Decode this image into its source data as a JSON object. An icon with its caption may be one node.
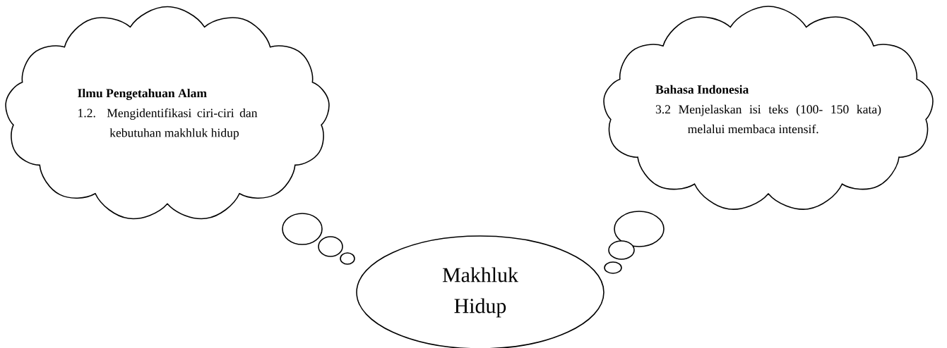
{
  "diagram": {
    "nodes": [
      {
        "text": [
          "Ilmu Pengetahuan Alam",
          "1.2. Mengidentifikasi ciri-ciri dan kebutuhan makhluk hidup"
        ]
      },
      {
        "text": [
          "Bahasa Indonesia",
          "3.2 Menjelaskan isi teks (100- 150 kata) melalui membaca intensif."
        ]
      },
      {
        "text": [
          "Makhluk Hidup"
        ]
      }
    ]
  }
}
